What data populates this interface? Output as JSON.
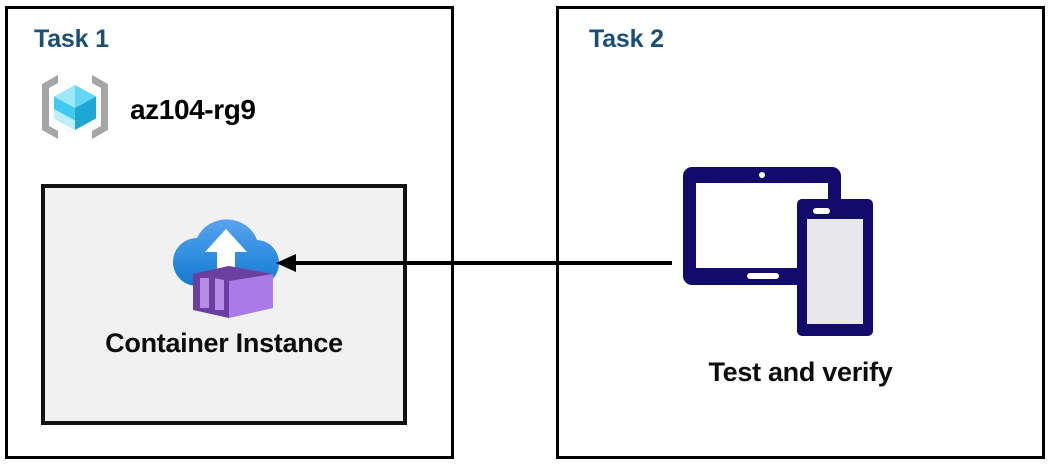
{
  "diagram": {
    "title_task1": "Task 1",
    "title_task2": "Task 2",
    "resource_group_name": "az104-rg9",
    "container_instance_label": "Container Instance",
    "test_verify_label": "Test and verify",
    "icons": {
      "resource_group": "azure-resource-group-icon",
      "container_instance": "azure-container-instance-icon",
      "devices": "tablet-and-phone-devices-icon",
      "arrow": "left-arrow-connector"
    },
    "colors": {
      "panel_border": "#000000",
      "task_heading": "#1b4f77",
      "inner_box_fill": "#f1f1f1",
      "inner_box_border": "#111111",
      "label_text": "#0d0d0d",
      "rg_bracket_gray": "#a6a6a6",
      "rg_cube_light": "#9fe7fb",
      "rg_cube_mid": "#32c8f0",
      "rg_cube_dark": "#1fa7d4",
      "cloud_top": "#4f9bea",
      "cloud_bottom": "#1a7fd4",
      "container_light": "#a97ae8",
      "container_dark": "#6b3fa0",
      "device_navy": "#120b6b",
      "device_screen_gray": "#e8e8ea",
      "arrow_color": "#000000"
    }
  }
}
